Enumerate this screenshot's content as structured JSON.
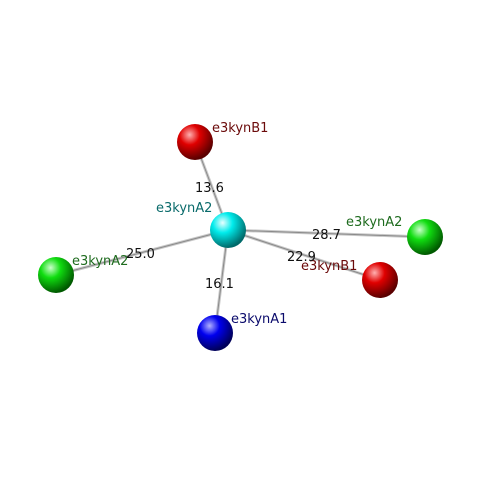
{
  "center": {
    "label": "e3kynA2",
    "color": "#0a6b6b",
    "fill": "#00e8e8"
  },
  "neighbors": [
    {
      "id": "b1_top",
      "label": "e3kynB1",
      "distance": "13.6",
      "label_color": "#6b0a0a",
      "fill": "#e00000"
    },
    {
      "id": "a2_right",
      "label": "e3kynA2",
      "distance": "28.7",
      "label_color": "#1e6b1e",
      "fill": "#00d800"
    },
    {
      "id": "b1_right",
      "label": "e3kynB1",
      "distance": "22.9",
      "label_color": "#6b0a0a",
      "fill": "#e00000"
    },
    {
      "id": "a1_bottom",
      "label": "e3kynA1",
      "distance": "16.1",
      "label_color": "#0a0a6b",
      "fill": "#0000e8"
    },
    {
      "id": "a2_left",
      "label": "e3kynA2",
      "distance": "25.0",
      "label_color": "#1e6b1e",
      "fill": "#00d800"
    }
  ]
}
